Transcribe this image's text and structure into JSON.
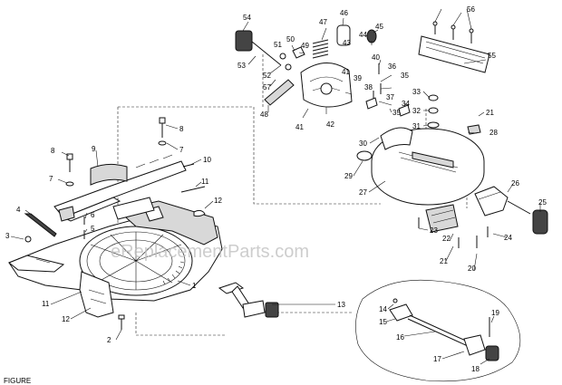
{
  "watermark": "eReplacementParts.com",
  "footer_text": "FIGURE",
  "callouts": [
    "1",
    "2",
    "3",
    "4",
    "5",
    "6",
    "7",
    "7",
    "8",
    "8",
    "9",
    "10",
    "11",
    "11",
    "12",
    "12",
    "13",
    "14",
    "15",
    "16",
    "17",
    "18",
    "19",
    "20",
    "21",
    "21",
    "22",
    "23",
    "24",
    "25",
    "26",
    "27",
    "28",
    "29",
    "30",
    "31",
    "32",
    "33",
    "34",
    "35",
    "35",
    "36",
    "37",
    "38",
    "39",
    "40",
    "41",
    "41",
    "42",
    "43",
    "44",
    "45",
    "46",
    "47",
    "48",
    "49",
    "50",
    "51",
    "52",
    "53",
    "54",
    "55",
    "56",
    "57"
  ]
}
